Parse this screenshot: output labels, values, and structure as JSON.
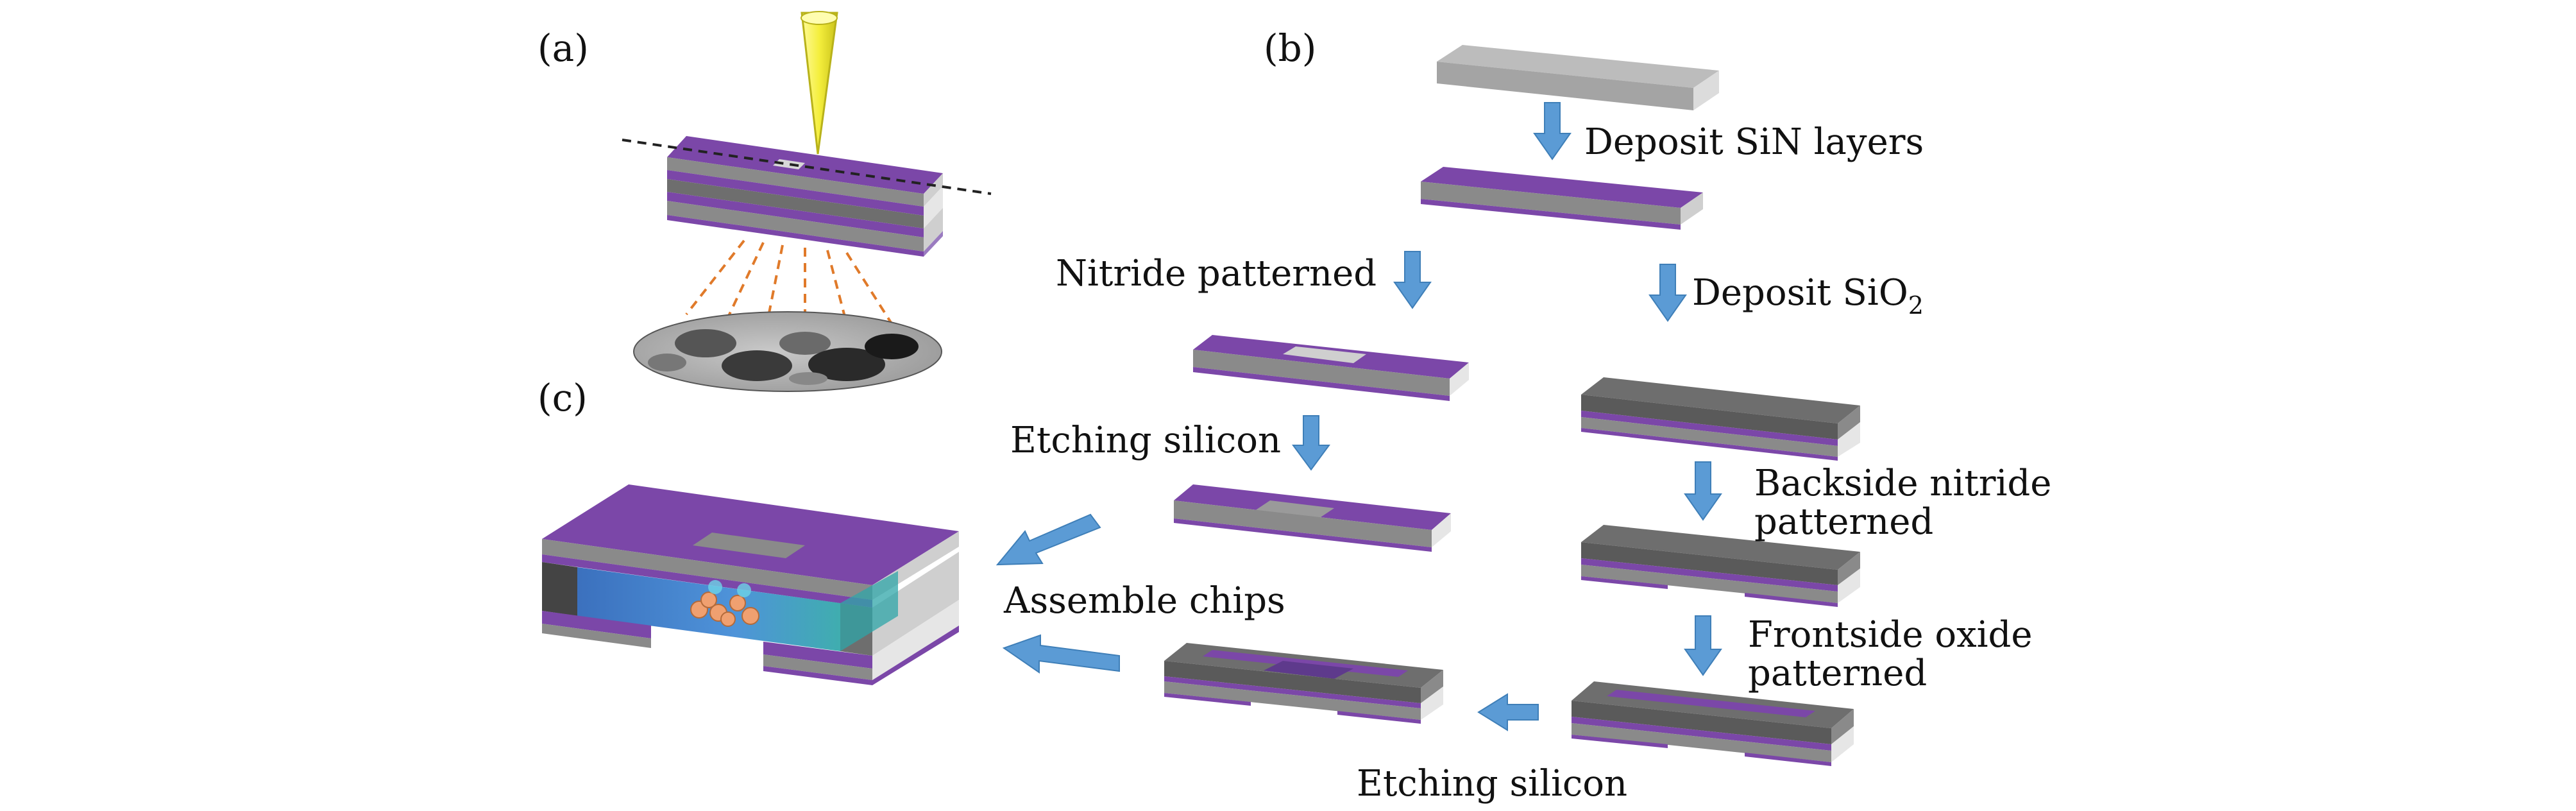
{
  "panels": {
    "a": "(a)",
    "b": "(b)",
    "c": "(c)"
  },
  "steps": {
    "deposit_sin": "Deposit SiN layers",
    "nitride_patterned": "Nitride patterned",
    "deposit_sio2_base": "Deposit SiO",
    "deposit_sio2_sub": "2",
    "etching_silicon_1": "Etching silicon",
    "backside_line1": "Backside nitride",
    "backside_line2": "patterned",
    "assemble_chips": "Assemble chips",
    "frontside_line1": "Frontside oxide",
    "frontside_line2": "patterned",
    "etching_silicon_2": "Etching silicon"
  },
  "colors": {
    "nitride_purple": "#7b47a8",
    "silicon_gray": "#8a8a8a",
    "oxide_dark": "#6e6e6e",
    "arrow_blue": "#5b9bd5",
    "tip_yellow": "#f4ee3c",
    "beam_orange": "#e07a2a",
    "liquid_blue": "#2f74c9",
    "particle_orange": "#f0a070"
  },
  "icons": {
    "probe": "tem-beam-cone",
    "image": "tem-micrograph-disc",
    "arrow": "process-flow-arrow"
  }
}
